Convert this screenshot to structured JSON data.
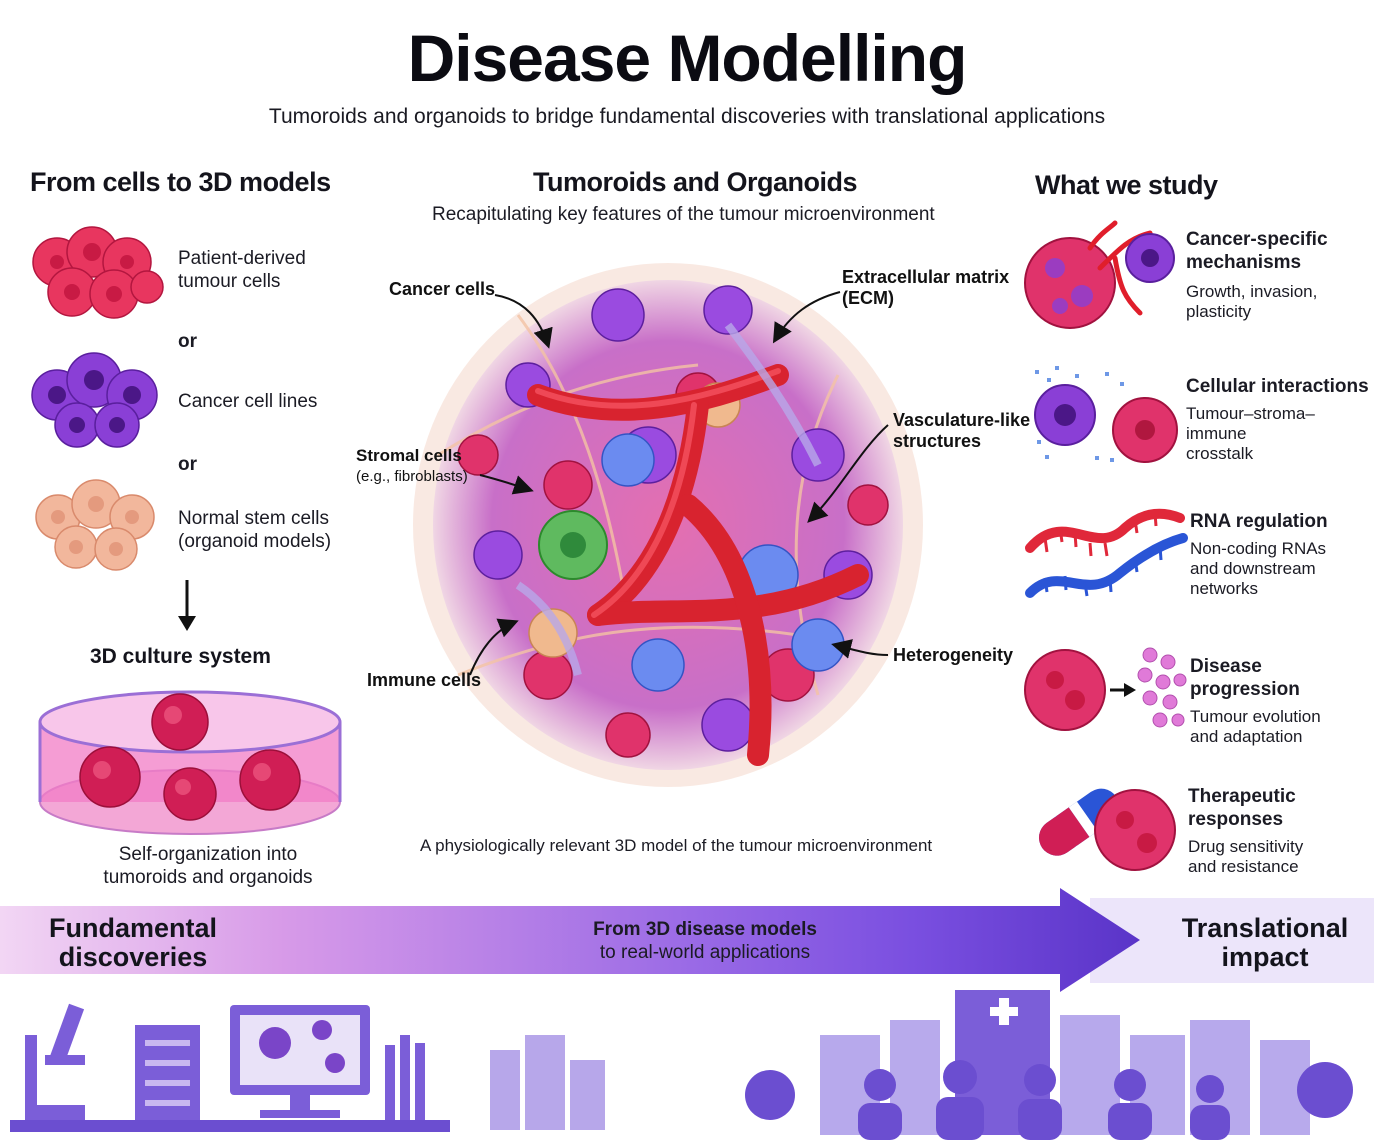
{
  "header": {
    "title": "Disease Modelling",
    "subtitle": "Tumoroids and organoids to bridge fundamental discoveries with translational applications"
  },
  "left": {
    "heading": "From cells to 3D models",
    "patient_line1": "Patient-derived",
    "patient_line2": "tumour cells",
    "or1": "or",
    "lines_label": "Cancer cell lines",
    "or2": "or",
    "stem_line1": "Normal stem cells",
    "stem_line2": "(organoid models)",
    "culture_heading": "3D culture system",
    "self_line1": "Self-organization into",
    "self_line2": "tumoroids and organoids"
  },
  "center": {
    "heading": "Tumoroids and Organoids",
    "subheading": "Recapitulating key features of the tumour microenvironment",
    "label_cancer": "Cancer cells",
    "label_ecm1": "Extracellular matrix",
    "label_ecm2": "(ECM)",
    "label_stromal1": "Stromal cells",
    "label_stromal2": "(e.g., fibroblasts)",
    "label_vasc1": "Vasculature-like",
    "label_vasc2": "structures",
    "label_immune": "Immune cells",
    "label_hetero": "Heterogeneity",
    "caption": "A physiologically relevant 3D model of the tumour microenvironment"
  },
  "right": {
    "heading": "What we study",
    "items": [
      {
        "title1": "Cancer-specific",
        "title2": "mechanisms",
        "desc1": "Growth, invasion,",
        "desc2": "plasticity",
        "desc3": ""
      },
      {
        "title1": "Cellular interactions",
        "title2": "",
        "desc1": "Tumour–stroma–immune",
        "desc2": "crosstalk",
        "desc3": ""
      },
      {
        "title1": "RNA regulation",
        "title2": "",
        "desc1": "Non-coding RNAs",
        "desc2": "and downstream",
        "desc3": "networks"
      },
      {
        "title1": "Disease progression",
        "title2": "",
        "desc1": "Tumour evolution",
        "desc2": "and adaptation",
        "desc3": ""
      },
      {
        "title1": "Therapeutic responses",
        "title2": "",
        "desc1": "Drug sensitivity",
        "desc2": "and resistance",
        "desc3": ""
      }
    ]
  },
  "bottom": {
    "left1": "Fundamental",
    "left2": "discoveries",
    "mid1": "From 3D disease models",
    "mid2": "to real-world applications",
    "right1": "Translational",
    "right2": "impact"
  },
  "colors": {
    "pink_cell": "#e8365f",
    "purple_cell": "#8a3fd6",
    "peach_cell": "#f2b79c",
    "vessel_red": "#d8232f",
    "banner_purple": "#7a4fe0",
    "skyline": "#7b5ed8"
  }
}
